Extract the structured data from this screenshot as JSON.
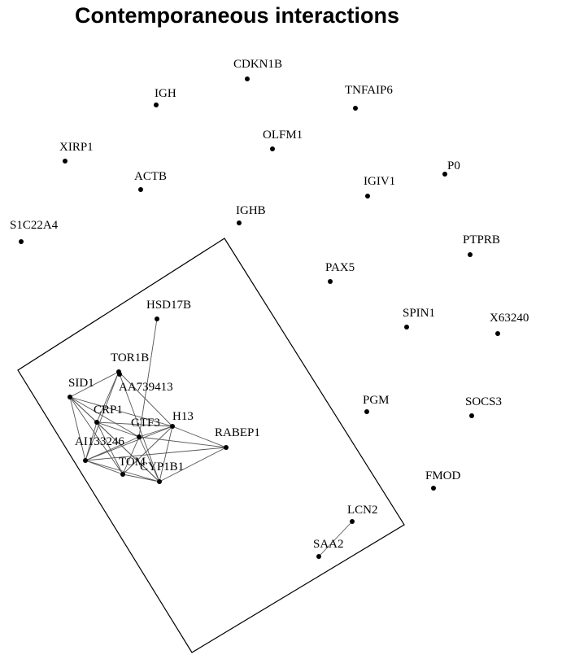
{
  "title": "Contemporaneous interactions",
  "nodes": {
    "CDKN1B": "CDKN1B",
    "IGH": "IGH",
    "TNFAIP6": "TNFAIP6",
    "XIRP1": "XIRP1",
    "OLFM1": "OLFM1",
    "P0": "P0",
    "ACTB": "ACTB",
    "IGIV1": "IGIV1",
    "S1C22A4": "S1C22A4",
    "IGHB": "IGHB",
    "PTPRB": "PTPRB",
    "PAX5": "PAX5",
    "HSD17B": "HSD17B",
    "SPIN1": "SPIN1",
    "X63240": "X63240",
    "TOR1B": "TOR1B",
    "AA739413": "AA739413",
    "SID1": "SID1",
    "PGM": "PGM",
    "SOCS3": "SOCS3",
    "CRP1": "CRP1",
    "H13": "H13",
    "GTF3": "GTF3",
    "RABEP1": "RABEP1",
    "AI133246": "AI133246",
    "TOM": "TOM",
    "CYP1B1": "CYP1B1",
    "FMOD": "FMOD",
    "LCN2": "LCN2",
    "SAA2": "SAA2"
  },
  "edges": [
    [
      "HSD17B",
      "GTF3"
    ],
    [
      "TOR1B",
      "SID1"
    ],
    [
      "TOR1B",
      "H13"
    ],
    [
      "TOR1B",
      "CRP1"
    ],
    [
      "TOR1B",
      "AI133246"
    ],
    [
      "TOR1B",
      "CYP1B1"
    ],
    [
      "SID1",
      "CRP1"
    ],
    [
      "SID1",
      "GTF3"
    ],
    [
      "SID1",
      "H13"
    ],
    [
      "SID1",
      "AI133246"
    ],
    [
      "SID1",
      "TOM"
    ],
    [
      "SID1",
      "CYP1B1"
    ],
    [
      "CRP1",
      "GTF3"
    ],
    [
      "CRP1",
      "H13"
    ],
    [
      "CRP1",
      "AI133246"
    ],
    [
      "CRP1",
      "TOM"
    ],
    [
      "CRP1",
      "CYP1B1"
    ],
    [
      "GTF3",
      "H13"
    ],
    [
      "GTF3",
      "AI133246"
    ],
    [
      "GTF3",
      "TOM"
    ],
    [
      "GTF3",
      "CYP1B1"
    ],
    [
      "GTF3",
      "RABEP1"
    ],
    [
      "H13",
      "RABEP1"
    ],
    [
      "H13",
      "TOM"
    ],
    [
      "H13",
      "CYP1B1"
    ],
    [
      "H13",
      "AI133246"
    ],
    [
      "AI133246",
      "TOM"
    ],
    [
      "AI133246",
      "CYP1B1"
    ],
    [
      "TOM",
      "CYP1B1"
    ],
    [
      "RABEP1",
      "AI133246"
    ],
    [
      "RABEP1",
      "CYP1B1"
    ],
    [
      "LCN2",
      "SAA2"
    ]
  ]
}
